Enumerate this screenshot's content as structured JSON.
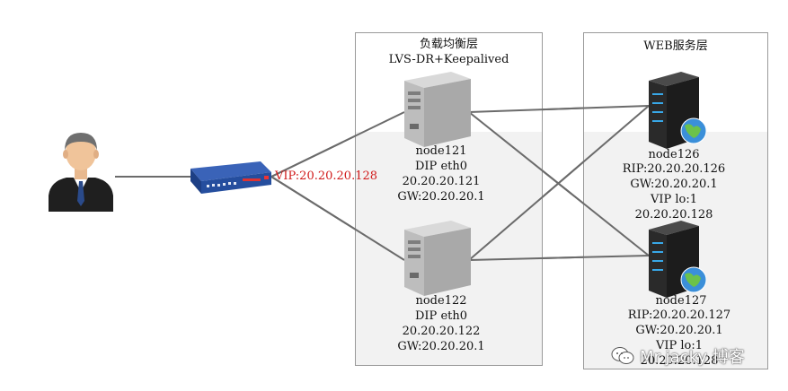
{
  "lb_layer": {
    "title_line1": "负载均衡层",
    "title_line2": "LVS-DR+Keepalived",
    "node121": {
      "name": "node121",
      "dip": "DIP eth0",
      "ip": "20.20.20.121",
      "gw": "GW:20.20.20.1"
    },
    "node122": {
      "name": "node122",
      "dip": "DIP eth0",
      "ip": "20.20.20.122",
      "gw": "GW:20.20.20.1"
    }
  },
  "web_layer": {
    "title": "WEB服务层",
    "node126": {
      "name": "node126",
      "rip": "RIP:20.20.20.126",
      "gw": "GW:20.20.20.1",
      "vip": "VIP lo:1",
      "vip_ip": "20.20.20.128"
    },
    "node127": {
      "name": "node127",
      "rip": "RIP:20.20.20.127",
      "gw": "GW:20.20.20.1",
      "vip": "VIP lo:1",
      "vip_ip": "20.20.20.128"
    }
  },
  "router": {
    "vip_label": "VIP:20.20.20.128"
  },
  "watermark": {
    "text": "Mr jacky 博客"
  },
  "icons": {
    "user": "user-icon",
    "router": "router-icon",
    "server": "server-icon",
    "web_server": "web-server-icon",
    "globe": "globe-icon",
    "wechat": "wechat-icon"
  },
  "colors": {
    "vip": "#d11a1a",
    "link": "#6b6b6b",
    "border": "#9a9a9a"
  }
}
